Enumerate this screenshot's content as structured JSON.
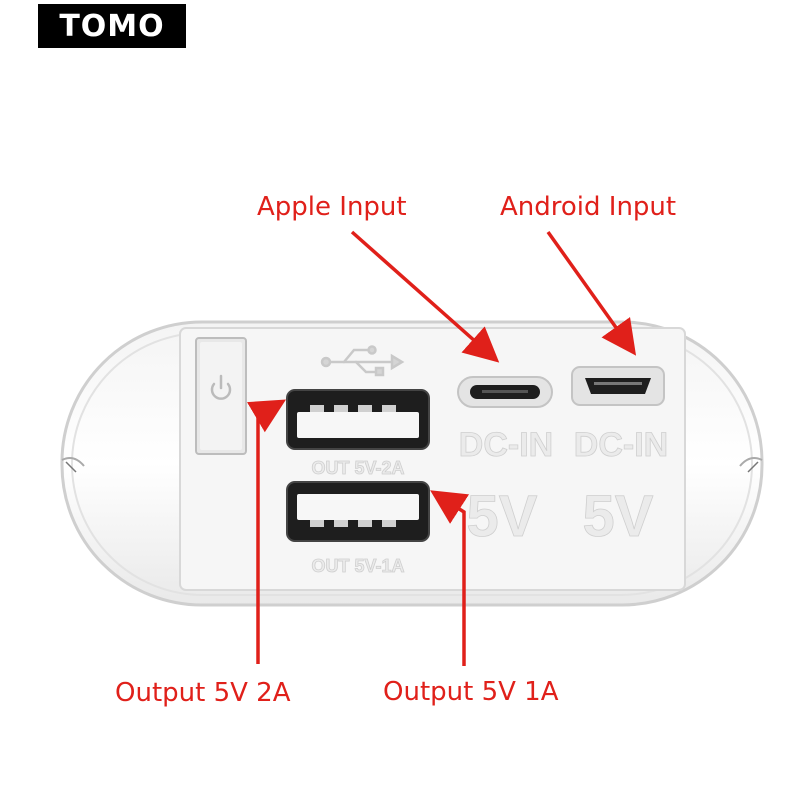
{
  "brand": {
    "logo_text": "TOMO"
  },
  "callouts": {
    "apple_input": "Apple Input",
    "android_input": "Android Input",
    "output_2a": "Output 5V 2A",
    "output_1a": "Output 5V 1A"
  },
  "device": {
    "port_label_2a": "OUT 5V-2A",
    "port_label_1a": "OUT 5V-1A",
    "dc_in_left": "DC-IN",
    "dc_in_right": "DC-IN",
    "voltage_left": "5V",
    "voltage_right": "5V"
  },
  "colors": {
    "annotation": "#e0201a",
    "device_body": "#f1f1f1",
    "port_dark": "#1e1e1e"
  },
  "icons": [
    "power-icon",
    "usb-icon"
  ]
}
